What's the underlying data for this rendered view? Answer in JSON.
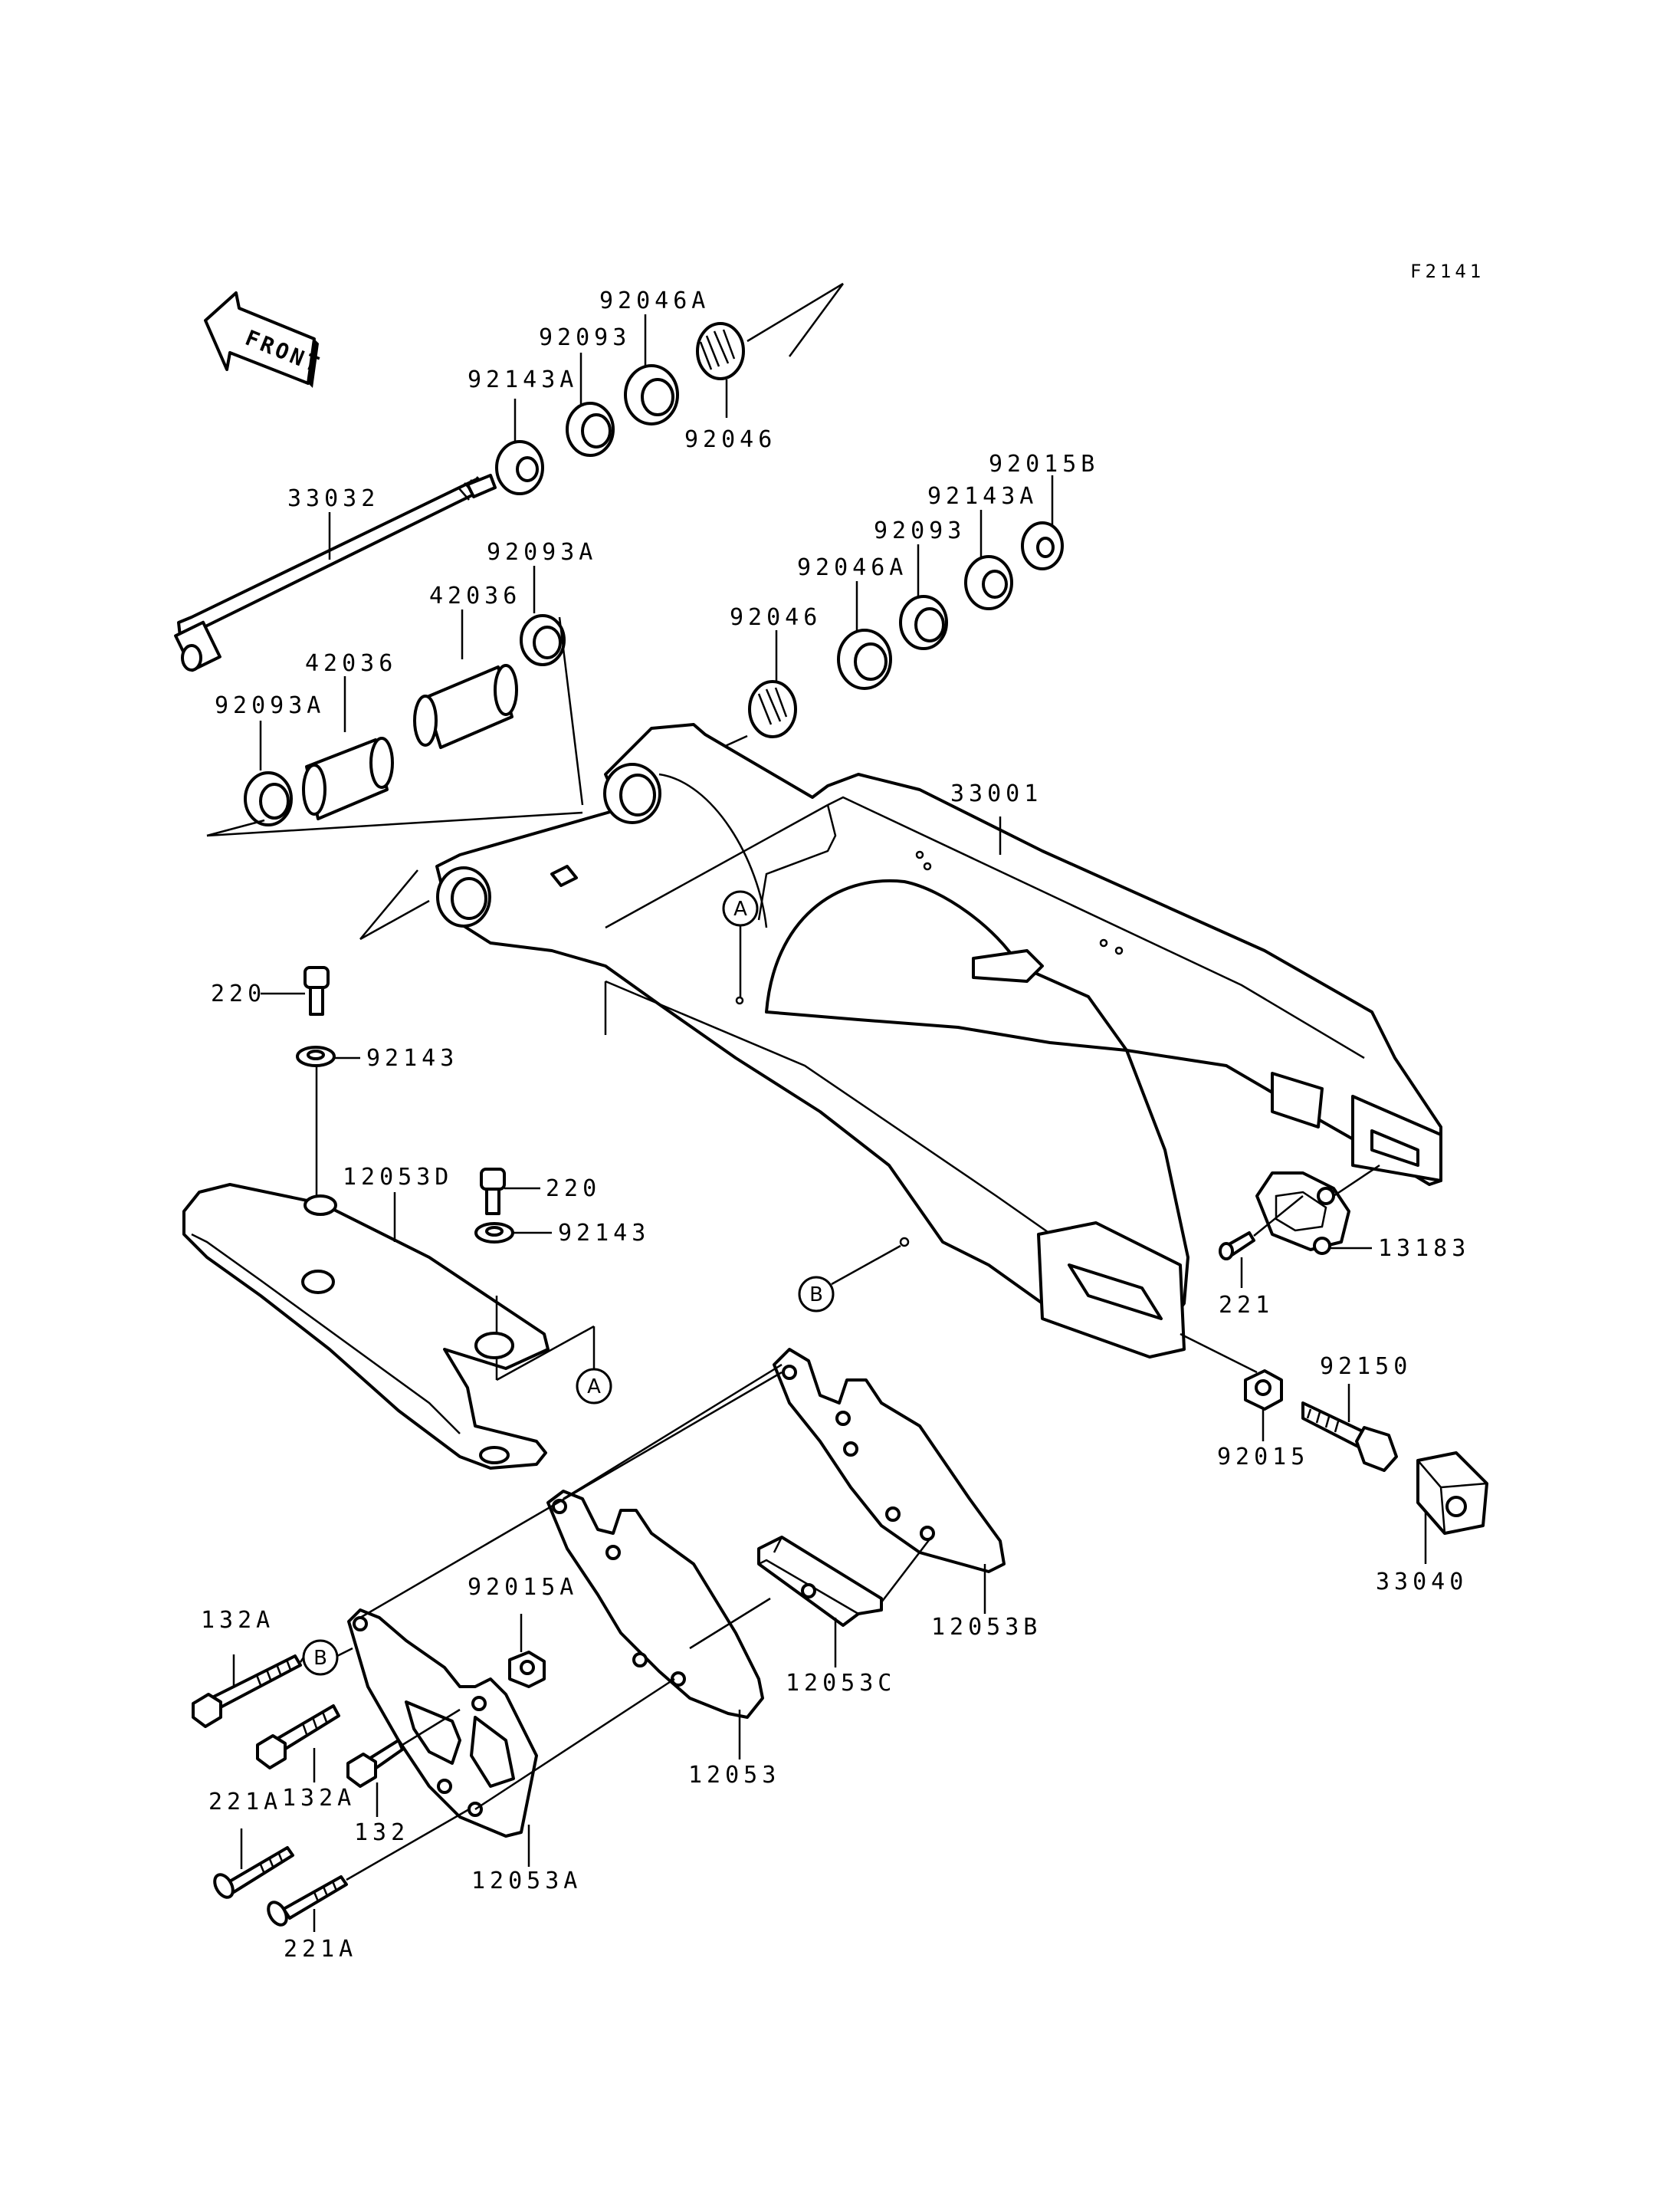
{
  "figure_code": "F2141",
  "front_arrow_text": "FRONT",
  "part_labels": {
    "p92046A_top": "92046A",
    "p92093_top": "92093",
    "p92143A_top": "92143A",
    "p92046_top": "92046",
    "p33032": "33032",
    "p92093A_mid": "92093A",
    "p42036_a": "42036",
    "p42036_b": "42036",
    "p92093A_left": "92093A",
    "p92015B": "92015B",
    "p92143A_right": "92143A",
    "p92093_right": "92093",
    "p92046A_right": "92046A",
    "p92046_right": "92046",
    "p33001": "33001",
    "p220_a": "220",
    "p92143_a": "92143",
    "p12053D": "12053D",
    "p220_b": "220",
    "p92143_b": "92143",
    "p13183": "13183",
    "p221": "221",
    "p92150": "92150",
    "p92015": "92015",
    "p33040": "33040",
    "p12053B": "12053B",
    "p12053C": "12053C",
    "p92015A": "92015A",
    "p132A_a": "132A",
    "p132A_b": "132A",
    "p132": "132",
    "p12053": "12053",
    "p221A_a": "221A",
    "p221A_b": "221A",
    "p12053A": "12053A"
  },
  "reference_markers": {
    "A_top": "A",
    "A_low": "A",
    "B_mid": "B",
    "B_low": "B"
  }
}
